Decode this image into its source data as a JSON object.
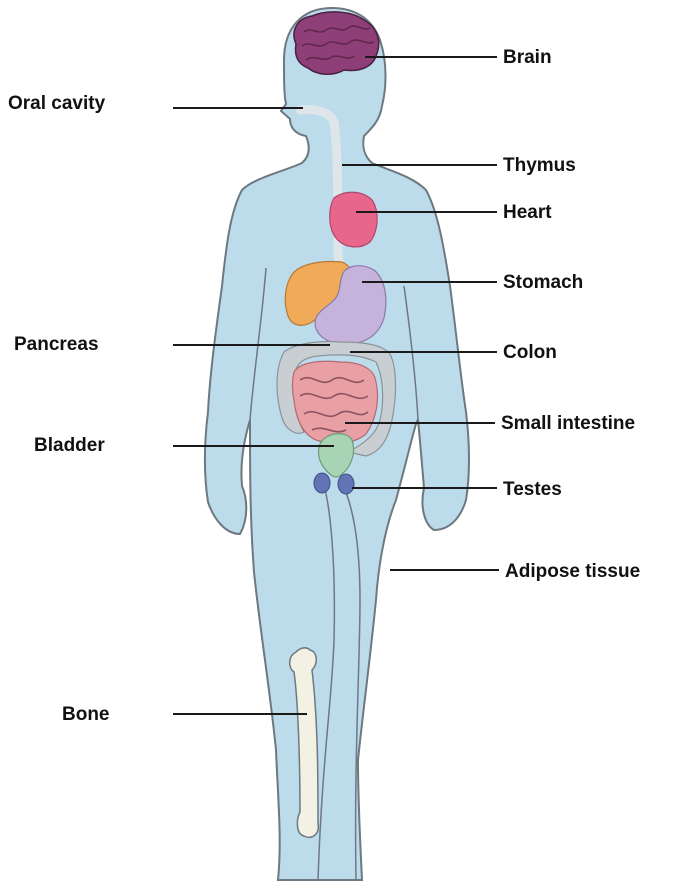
{
  "labels": {
    "brain": "Brain",
    "oral_cavity": "Oral cavity",
    "thymus": "Thymus",
    "heart": "Heart",
    "stomach": "Stomach",
    "pancreas": "Pancreas",
    "colon": "Colon",
    "small_intestine": "Small intestine",
    "bladder": "Bladder",
    "testes": "Testes",
    "adipose_tissue": "Adipose tissue",
    "bone": "Bone"
  },
  "colors": {
    "body": "#bcdcec",
    "outline": "#6d7880",
    "brain": "#8e3f78",
    "heart": "#e8668c",
    "liver": "#f0aa58",
    "stomach": "#c5b3dc",
    "colon": "#c8ced2",
    "small_intestine": "#e9a0a4",
    "bladder": "#a6d4b4",
    "testes": "#6273b6",
    "bone": "#f2f1e4"
  }
}
